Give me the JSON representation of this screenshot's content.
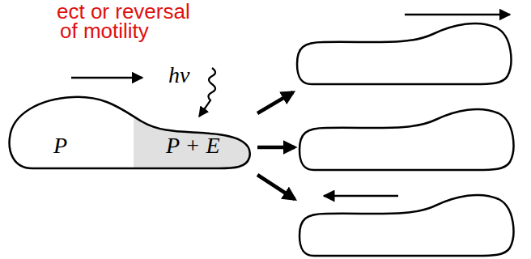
{
  "diagram": {
    "nodes": [
      {
        "text": [
          "P",
          "P + E"
        ]
      }
    ],
    "labels": [
      "ect or reversal",
      "of motility",
      "hν"
    ]
  }
}
